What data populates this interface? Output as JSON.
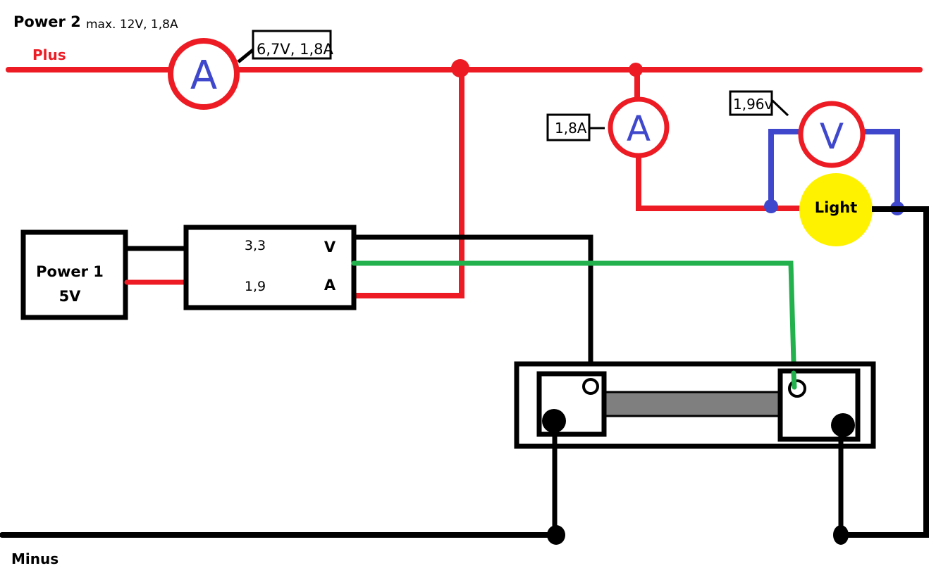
{
  "title": {
    "power2_label": "Power 2",
    "power2_spec": "max. 12V, 1,8A"
  },
  "rails": {
    "plus_label": "Plus",
    "minus_label": "Minus"
  },
  "meters": {
    "main_ammeter": {
      "letter": "A",
      "reading": "6,7V, 1,8A"
    },
    "branch_ammeter": {
      "letter": "A",
      "reading": "1,8A"
    },
    "voltmeter": {
      "letter": "V",
      "reading": "1,96v"
    }
  },
  "power1": {
    "label_line1": "Power 1",
    "label_line2": "5V"
  },
  "controller": {
    "voltage_value": "3,3",
    "voltage_unit": "V",
    "current_value": "1,9",
    "current_unit": "A"
  },
  "lamp": {
    "label": "Light"
  },
  "colors": {
    "plus_wire": "#ed1c24",
    "minus_wire": "#000000",
    "voltmeter_wire": "#3f48cc",
    "signal_wire": "#22b14c",
    "lamp_fill": "#fff200",
    "shunt_body": "#7f7f7f",
    "meter_letter": "#3f48cc"
  }
}
